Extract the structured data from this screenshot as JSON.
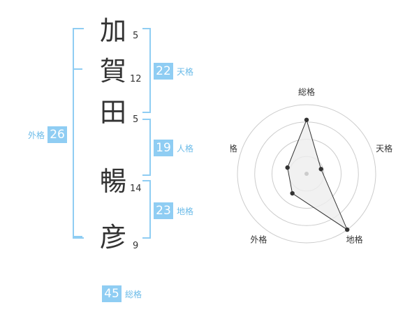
{
  "name": {
    "chars": [
      {
        "char": "加",
        "strokes": "5"
      },
      {
        "char": "賀",
        "strokes": "12"
      },
      {
        "char": "田",
        "strokes": "5"
      },
      {
        "char": "暢",
        "strokes": "14"
      },
      {
        "char": "彦",
        "strokes": "9"
      }
    ]
  },
  "kaku": {
    "tenkaku": {
      "value": "22",
      "label": "天格"
    },
    "jinkaku": {
      "value": "19",
      "label": "人格"
    },
    "chikaku": {
      "value": "23",
      "label": "地格"
    },
    "gaikaku": {
      "value": "26",
      "label": "外格"
    },
    "soukaku": {
      "value": "45",
      "label": "総格"
    }
  },
  "chart_data": {
    "type": "radar",
    "axes": [
      "総格",
      "天格",
      "地格",
      "外格",
      "人格"
    ],
    "values": [
      0.78,
      0.22,
      1.0,
      0.35,
      0.29
    ],
    "rings": 4,
    "colors": {
      "line": "#333333",
      "fill": "#eeeeee",
      "grid": "#cccccc",
      "center": "#cccccc"
    }
  },
  "colors": {
    "accent": "#8fcdf3",
    "accent_text": "#6bbbe8"
  }
}
